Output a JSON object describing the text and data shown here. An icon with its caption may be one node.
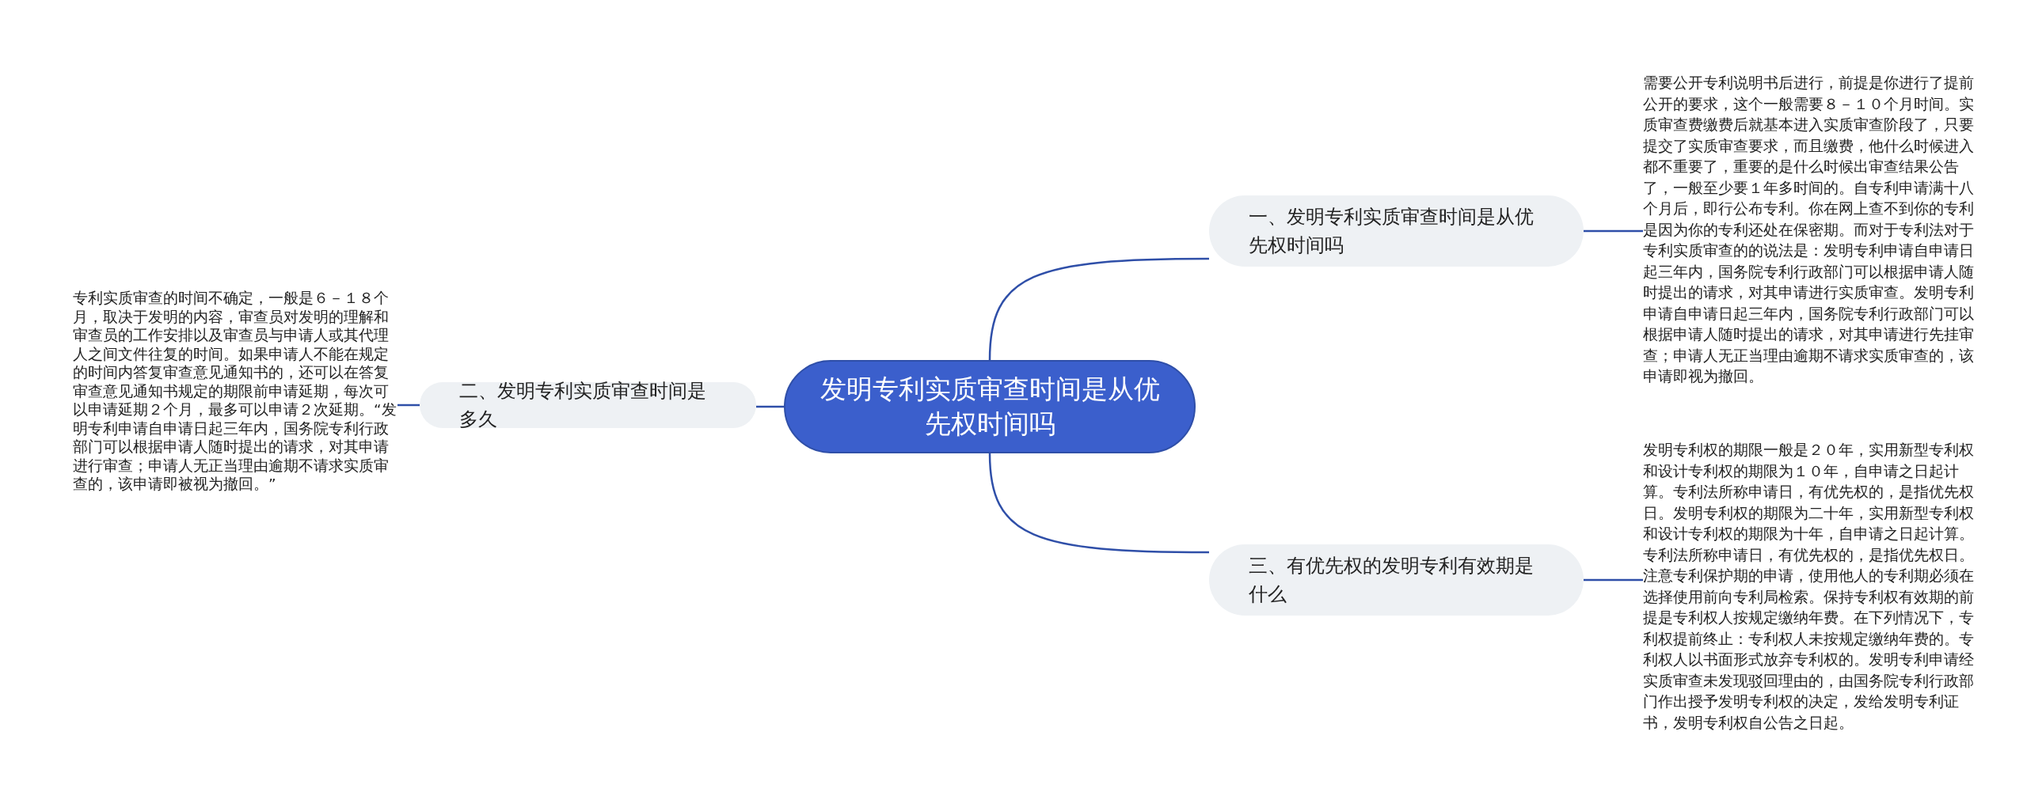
{
  "diagram": {
    "nodes": [
      {
        "text": [
          "发明专利实质审查时间是从优先权时间吗"
        ]
      },
      {
        "text": [
          "一、发明专利实质审查时间是从优先权时间吗"
        ]
      },
      {
        "text": [
          "需要公开专利说明书后进行，前提是你进行了提前公开的要求，这个一般需要８－１０个月时间。实质审查费缴费后就基本进入实质审查阶段了，只要提交了实质审查要求，而且缴费，他什么时候进入都不重要了，重要的是什么时候出审查结果公告了，一般至少要１年多时间的。自专利申请满十八个月后，即行公布专利。你在网上查不到你的专利是因为你的专利还处在保密期。而对于专利法对于专利实质审查的的说法是：发明专利申请自申请日起三年内，国务院专利行政部门可以根据申请人随时提出的请求，对其申请进行实质审查。发明专利申请自申请日起三年内，国务院专利行政部门可以根据申请人随时提出的请求，对其申请进行先挂审查；申请人无正当理由逾期不请求实质审查的，该申请即视为撤回。"
        ]
      },
      {
        "text": [
          "二、发明专利实质审查时间是多久"
        ]
      },
      {
        "text": [
          "专利实质审查的时间不确定，一般是６－１８个月，取决于发明的内容，审查员对发明的理解和审查员的工作安排以及审查员与申请人或其代理人之间文件往复的时间。如果申请人不能在规定的时间内答复审查意见通知书的，还可以在答复审查意见通知书规定的期限前申请延期，每次可以申请延期２个月，最多可以申请２次延期。“发明专利申请自申请日起三年内，国务院专利行政部门可以根据申请人随时提出的请求，对其申请进行审查；申请人无正当理由逾期不请求实质审查的，该申请即被视为撤回。”"
        ]
      },
      {
        "text": [
          "三、有优先权的发明专利有效期是什么"
        ]
      },
      {
        "text": [
          "发明专利权的期限一般是２０年，实用新型专利权和设计专利权的期限为１０年，自申请之日起计算。专利法所称申请日，有优先权的，是指优先权日。发明专利权的期限为二十年，实用新型专利权和设计专利权的期限为十年，自申请之日起计算。专利法所称申请日，有优先权的，是指优先权日。注意专利保护期的申请，使用他人的专利期必须在选择使用前向专利局检索。保持专利权有效期的前提是专利权人按规定缴纳年费。在下列情况下，专利权提前终止：专利权人未按规定缴纳年费的。专利权人以书面形式放弃专利权的。发明专利申请经实质审查未发现驳回理由的，由国务院专利行政部门作出授予发明专利权的决定，发给发明专利证书，发明专利权自公告之日起。"
        ]
      }
    ],
    "edges": [
      {
        "from": 0,
        "to": 1,
        "arrow": "none"
      },
      {
        "from": 1,
        "to": 2,
        "arrow": "none"
      },
      {
        "from": 0,
        "to": 3,
        "arrow": "none"
      },
      {
        "from": 3,
        "to": 4,
        "arrow": "none"
      },
      {
        "from": 0,
        "to": 5,
        "arrow": "none"
      },
      {
        "from": 5,
        "to": 6,
        "arrow": "none"
      }
    ]
  }
}
